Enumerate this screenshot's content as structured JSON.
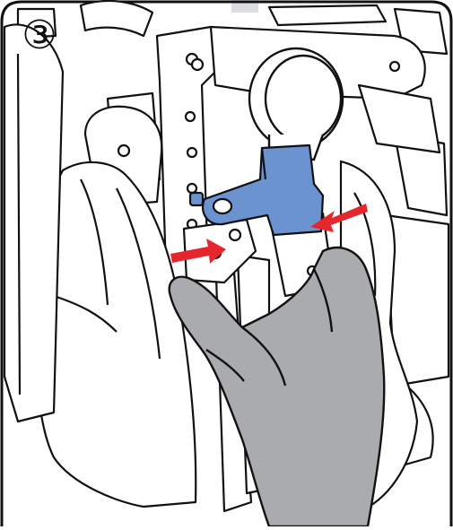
{
  "step": {
    "label": "③"
  },
  "colors": {
    "outline": "#111111",
    "background": "#ffffff",
    "part_highlight": "#6b93d0",
    "glove": "#a9abaf",
    "arrow": "#e5262d",
    "top_bar": "#dcdde0"
  },
  "icons": {
    "part": "blue-locking-lever",
    "hand": "gloved-hand",
    "arrow": "red-direction-arrow"
  }
}
